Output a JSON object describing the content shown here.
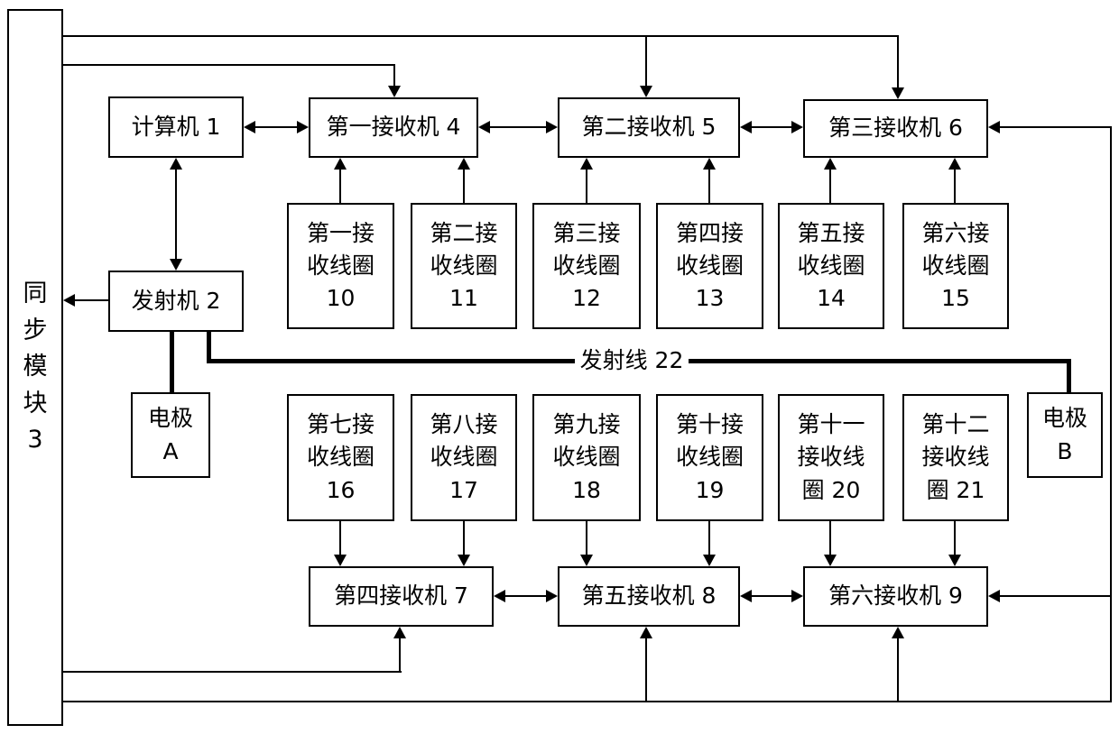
{
  "diagram": {
    "sync_module": "同\n步\n模\n块\n3",
    "computer": "计算机 1",
    "transmitter": "发射机 2",
    "transmit_line": "发射线 22",
    "electrode_a": "电极\nA",
    "electrode_b": "电极\nB",
    "receivers_top": [
      "第一接收机 4",
      "第二接收机 5",
      "第三接收机 6"
    ],
    "receivers_bottom": [
      "第四接收机 7",
      "第五接收机 8",
      "第六接收机 9"
    ],
    "coils_top": [
      "第一接\n收线圈\n10",
      "第二接\n收线圈\n11",
      "第三接\n收线圈\n12",
      "第四接\n收线圈\n13",
      "第五接\n收线圈\n14",
      "第六接\n收线圈\n15"
    ],
    "coils_bottom": [
      "第七接\n收线圈\n16",
      "第八接\n收线圈\n17",
      "第九接\n收线圈\n18",
      "第十接\n收线圈\n19",
      "第十一\n接收线\n圈 20",
      "第十二\n接收线\n圈 21"
    ],
    "colors": {
      "line": "#000000",
      "background": "#ffffff",
      "text": "#000000"
    }
  }
}
